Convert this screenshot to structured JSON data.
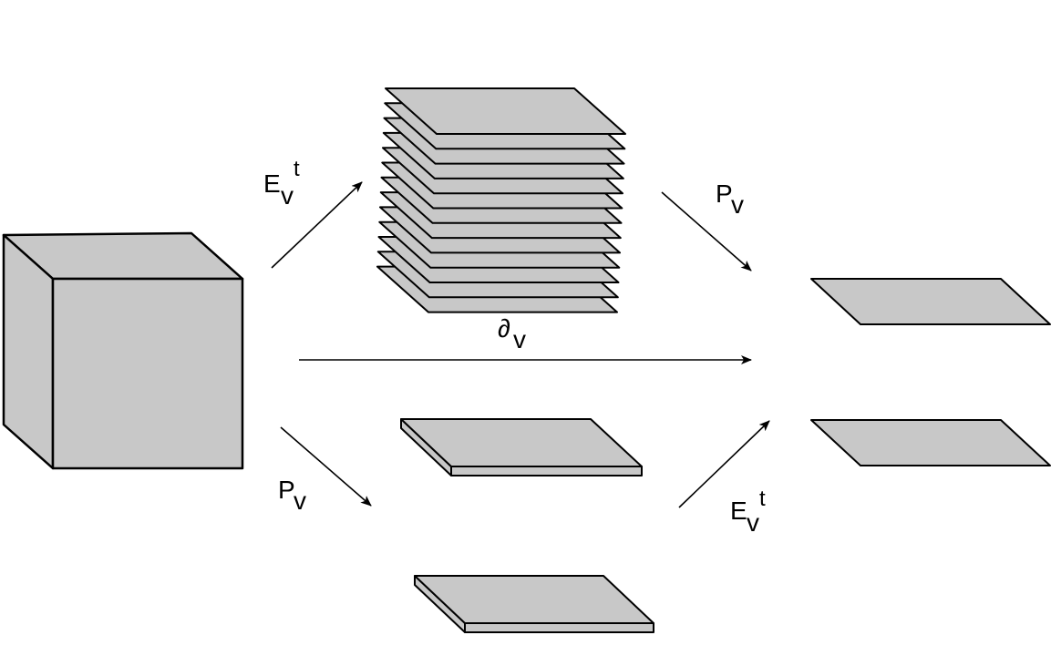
{
  "labels": {
    "ev_t_top": {
      "main": "E",
      "sub": "v",
      "sup": "t"
    },
    "pv_top": {
      "main": "P",
      "sub": "v"
    },
    "partial_v": {
      "main": "∂",
      "sub": "v"
    },
    "pv_bottom": {
      "main": "P",
      "sub": "v"
    },
    "ev_t_bottom": {
      "main": "E",
      "sub": "v",
      "sup": "t"
    }
  },
  "colors": {
    "fill": "#c8c8c8",
    "stroke": "#000000",
    "background": "#ffffff"
  }
}
